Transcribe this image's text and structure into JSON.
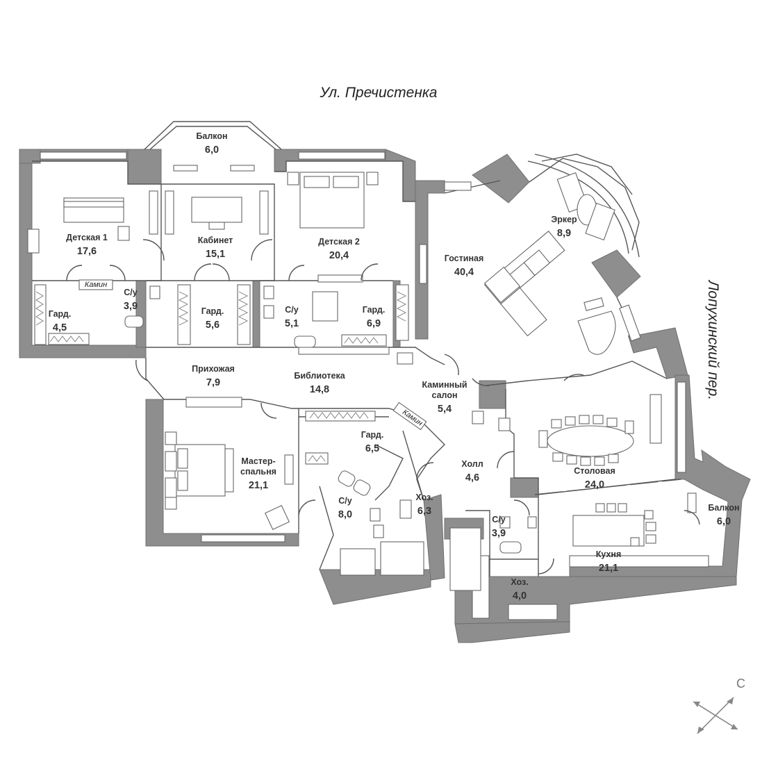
{
  "streets": {
    "north": "Ул. Пречистенка",
    "east": "Лопухинский пер."
  },
  "compass": {
    "north_label": "С"
  },
  "labels": {
    "fireplace": "Камин"
  },
  "rooms": [
    {
      "id": "balcony-top",
      "name": "Балкон",
      "area": "6,0"
    },
    {
      "id": "kids-1",
      "name": "Детская 1",
      "area": "17,6"
    },
    {
      "id": "study",
      "name": "Кабинет",
      "area": "15,1"
    },
    {
      "id": "kids-2",
      "name": "Детская 2",
      "area": "20,4"
    },
    {
      "id": "living",
      "name": "Гостиная",
      "area": "40,4"
    },
    {
      "id": "bay",
      "name": "Эркер",
      "area": "8,9"
    },
    {
      "id": "wardrobe-1",
      "name": "Гард.",
      "area": "4,5"
    },
    {
      "id": "bath-1",
      "name": "С/у",
      "area": "3,9"
    },
    {
      "id": "wardrobe-2",
      "name": "Гард.",
      "area": "5,6"
    },
    {
      "id": "bath-2",
      "name": "С/у",
      "area": "5,1"
    },
    {
      "id": "wardrobe-3",
      "name": "Гард.",
      "area": "6,9"
    },
    {
      "id": "hallway",
      "name": "Прихожая",
      "area": "7,9"
    },
    {
      "id": "library",
      "name": "Библиотека",
      "area": "14,8"
    },
    {
      "id": "fireplace-salon",
      "name": "Каминный салон",
      "area": "5,4"
    },
    {
      "id": "wardrobe-4",
      "name": "Гард.",
      "area": "6,5"
    },
    {
      "id": "master",
      "name": "Мастер-спальня",
      "area": "21,1"
    },
    {
      "id": "bath-3",
      "name": "С/у",
      "area": "8,0"
    },
    {
      "id": "utility-1",
      "name": "Хоз.",
      "area": "6,3"
    },
    {
      "id": "hall",
      "name": "Холл",
      "area": "4,6"
    },
    {
      "id": "dining",
      "name": "Столовая",
      "area": "24,0"
    },
    {
      "id": "bath-4",
      "name": "С/у",
      "area": "3,9"
    },
    {
      "id": "balcony-right",
      "name": "Балкон",
      "area": "6,0"
    },
    {
      "id": "kitchen",
      "name": "Кухня",
      "area": "21,1"
    },
    {
      "id": "utility-2",
      "name": "Хоз.",
      "area": "4,0"
    }
  ]
}
